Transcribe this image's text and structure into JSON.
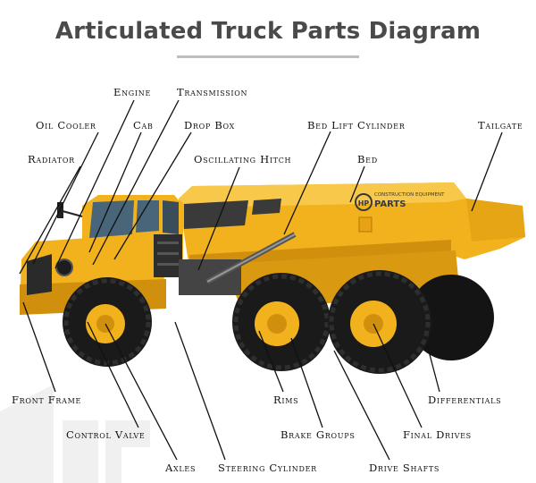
{
  "title": "Articulated Truck Parts Diagram",
  "brand": {
    "line1": "CONSTRUCTION EQUIPMENT",
    "line2": "PARTS",
    "mark": "HP"
  },
  "labels": {
    "engine": "Engine",
    "transmission": "Transmission",
    "oil_cooler": "Oil Cooler",
    "cab": "Cab",
    "drop_box": "Drop Box",
    "bed_lift_cylinder": "Bed Lift Cylinder",
    "tailgate": "Tailgate",
    "radiator": "Radiator",
    "oscillating_hitch": "Oscillating Hitch",
    "bed": "Bed",
    "front_frame": "Front Frame",
    "control_valve": "Control Valve",
    "axles": "Axles",
    "steering_cylinder": "Steering Cylinder",
    "rims": "Rims",
    "brake_groups": "Brake Groups",
    "drive_shafts": "Drive Shafts",
    "final_drives": "Final Drives",
    "differentials": "Differentials"
  },
  "colors": {
    "title": "#4a4a4a",
    "truck_yellow": "#f2b21d",
    "truck_shade": "#d18f0e",
    "tire": "#1a1a1a",
    "rule": "#bdbdbd"
  }
}
